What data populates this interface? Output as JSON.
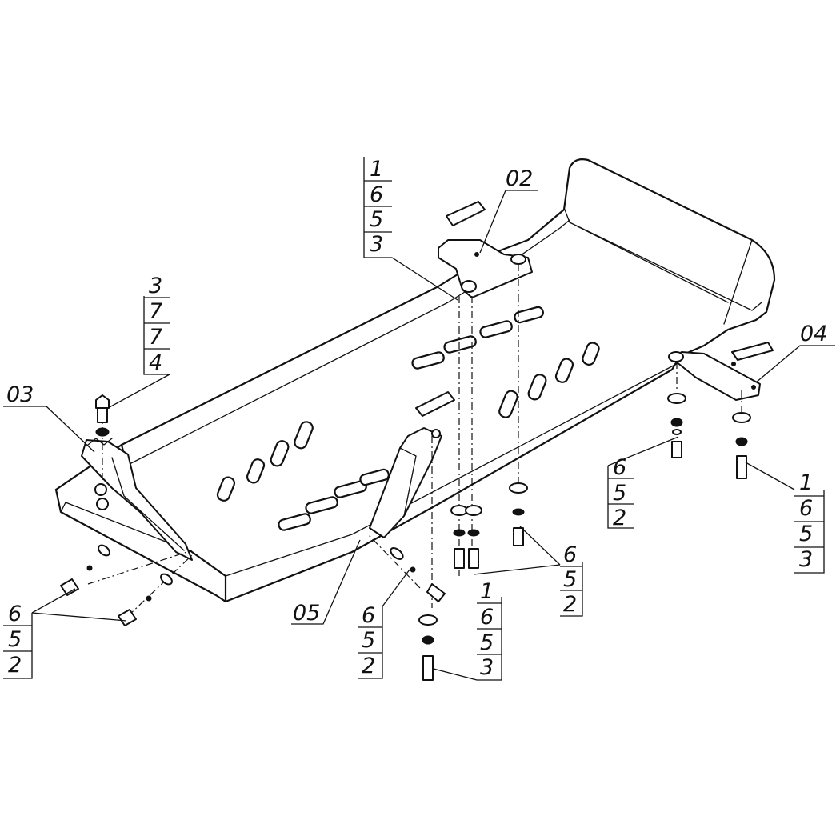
{
  "callouts": {
    "part_02": "02",
    "part_03": "03",
    "part_04": "04",
    "part_05": "05",
    "stack_top_center": [
      "1",
      "6",
      "5",
      "3"
    ],
    "stack_top_left": [
      "3",
      "7",
      "7",
      "4"
    ],
    "stack_right_mid": [
      "6",
      "5",
      "2"
    ],
    "stack_right_far": [
      "1",
      "6",
      "5",
      "3"
    ],
    "stack_center_bolts": [
      "6",
      "5",
      "2"
    ],
    "stack_bottom_center": [
      "1",
      "6",
      "5",
      "3"
    ],
    "stack_bottom_mid": [
      "6",
      "5",
      "2"
    ],
    "stack_bottom_left": [
      "6",
      "5",
      "2"
    ]
  }
}
